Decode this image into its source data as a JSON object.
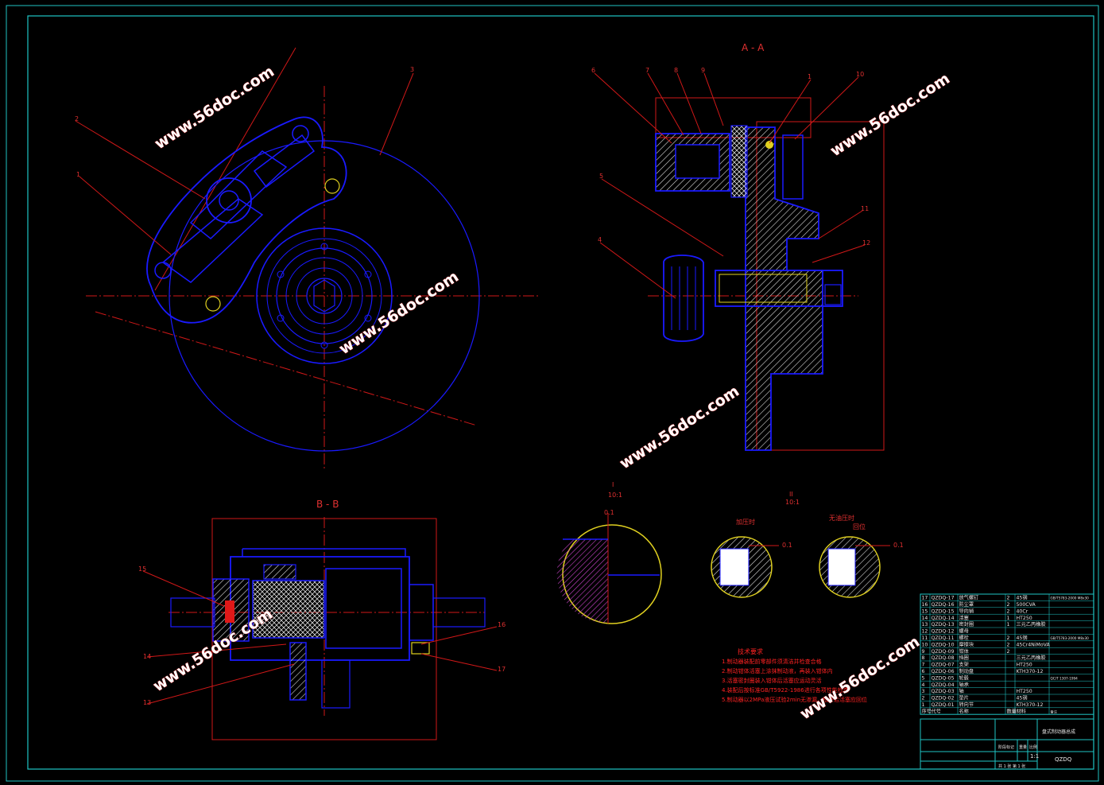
{
  "watermark": "www.56doc.com",
  "views": {
    "section_aa": "A - A",
    "section_bb": "B - B",
    "detail_1": "I",
    "detail_1_scale": "10:1",
    "detail_2": "II",
    "detail_2_scale": "10:1",
    "detail_2_pressed": "加压时",
    "detail_2_unpressed_line1": "无油压时",
    "detail_2_unpressed_line2": "回位",
    "clearance": "0.1"
  },
  "balloons": {
    "main": [
      "2",
      "1",
      "3"
    ],
    "aa": [
      "6",
      "7",
      "8",
      "9",
      "1",
      "10",
      "5",
      "4",
      "11",
      "12"
    ],
    "bb": [
      "15",
      "14",
      "13",
      "16",
      "17"
    ]
  },
  "tech_notes": {
    "title": "技术要求",
    "lines": [
      "1.制动器装配前零部件须清洁并检查合格",
      "2.制动钳体活塞上涂抹制动液，再装入钳体内",
      "3.活塞密封圈装入钳体后活塞应运动灵活",
      "4.装配后按标准GB/T5922-1986进行各项性能检查",
      "5.制动器以2MPa液压试验2min无渗漏，松开后活塞应回位"
    ]
  },
  "bom": {
    "rows": [
      {
        "no": "17",
        "code": "QZDQ-17",
        "name": "放气螺钉",
        "qty": "2",
        "mat": "45钢",
        "note": "GB/T5783-2000 M8x30"
      },
      {
        "no": "16",
        "code": "QZDQ-16",
        "name": "防尘罩",
        "qty": "2",
        "mat": "500CVA",
        "note": ""
      },
      {
        "no": "15",
        "code": "QZDQ-15",
        "name": "导向销",
        "qty": "2",
        "mat": "40Cr",
        "note": ""
      },
      {
        "no": "14",
        "code": "QZDQ-14",
        "name": "活塞",
        "qty": "1",
        "mat": "HT250",
        "note": ""
      },
      {
        "no": "13",
        "code": "QZDQ-13",
        "name": "密封圈",
        "qty": "1",
        "mat": "三元乙丙橡胶",
        "note": ""
      },
      {
        "no": "12",
        "code": "QZDQ-12",
        "name": "螺母",
        "qty": "",
        "mat": "",
        "note": ""
      },
      {
        "no": "11",
        "code": "QZDQ-11",
        "name": "螺栓",
        "qty": "2",
        "mat": "45钢",
        "note": "GB/T5783-2000 M8x30"
      },
      {
        "no": "10",
        "code": "QZDQ-10",
        "name": "摩擦块",
        "qty": "2",
        "mat": "45Cr4NiMoVA",
        "note": ""
      },
      {
        "no": "9",
        "code": "QZDQ-09",
        "name": "钳体",
        "qty": "2",
        "mat": "",
        "note": ""
      },
      {
        "no": "8",
        "code": "QZDQ-08",
        "name": "挡圈",
        "qty": "",
        "mat": "三元乙丙橡胶",
        "note": ""
      },
      {
        "no": "7",
        "code": "QZDQ-07",
        "name": "支架",
        "qty": "",
        "mat": "HT250",
        "note": ""
      },
      {
        "no": "6",
        "code": "QZDQ-06",
        "name": "制动盘",
        "qty": "",
        "mat": "KTH370-12",
        "note": ""
      },
      {
        "no": "5",
        "code": "QZDQ-05",
        "name": "轮毂",
        "qty": "",
        "mat": "",
        "note": "QC/T 1307-1994"
      },
      {
        "no": "4",
        "code": "QZDQ-04",
        "name": "轴承",
        "qty": "",
        "mat": "",
        "note": ""
      },
      {
        "no": "3",
        "code": "QZDQ-03",
        "name": "轴",
        "qty": "",
        "mat": "HT250",
        "note": ""
      },
      {
        "no": "2",
        "code": "QZDQ-02",
        "name": "垫片",
        "qty": "",
        "mat": "45钢",
        "note": ""
      },
      {
        "no": "1",
        "code": "QZDQ-01",
        "name": "转向节",
        "qty": "",
        "mat": "KTH370-12",
        "note": ""
      }
    ],
    "header": {
      "no": "序号",
      "code": "代号",
      "name": "名称",
      "qty": "数量",
      "mat": "材料",
      "note": "备注"
    }
  },
  "title_block": {
    "drawing_name": "盘式制动器总成",
    "drawing_code": "QZDQ",
    "scale": "1:1",
    "sheets": "共 1 张  第 1 张",
    "stage_label": "阶段标记",
    "weight_label": "重量",
    "scale_label": "比例"
  },
  "colors": {
    "frame": "#1fc4c4",
    "part": "#1a1aff",
    "center": "#d01818",
    "hatch": "#e0e0e0",
    "bearing": "#e0d020",
    "accent": "#cc44cc"
  }
}
